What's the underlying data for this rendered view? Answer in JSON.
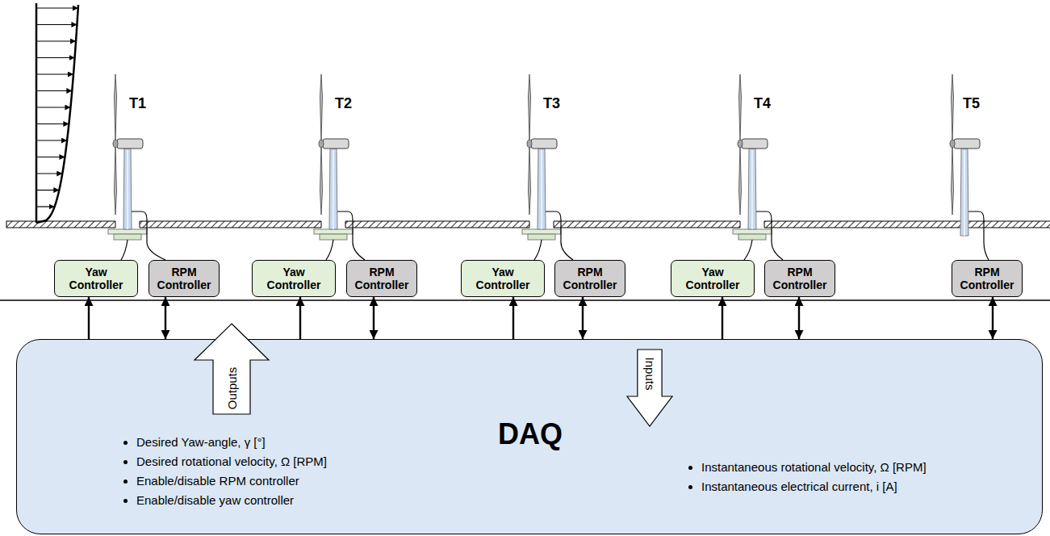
{
  "diagram": {
    "nodes": [
      {
        "text": [
          "Yaw Controller"
        ]
      },
      {
        "text": [
          "RPM Controller"
        ]
      },
      {
        "text": [
          "Yaw Controller"
        ]
      },
      {
        "text": [
          "RPM Controller"
        ]
      },
      {
        "text": [
          "Yaw Controller"
        ]
      },
      {
        "text": [
          "RPM Controller"
        ]
      },
      {
        "text": [
          "Yaw Controller"
        ]
      },
      {
        "text": [
          "RPM Controller"
        ]
      },
      {
        "text": [
          "RPM Controller"
        ]
      },
      {
        "text": [
          "DAQ",
          "Desired Yaw-angle, γ [°]",
          "Desired rotational velocity, Ω [RPM]",
          "Enable/disable RPM controller",
          "Enable/disable yaw controller",
          "Instantaneous rotational velocity, Ω [RPM]",
          "Instantaneous electrical current, i [A]"
        ]
      },
      {
        "text": [
          "Outputs"
        ],
        "in": 9
      },
      {
        "text": [
          "Inputs"
        ],
        "in": 9
      }
    ],
    "edges": [
      {
        "from": 9,
        "to": 0,
        "arrow": "to"
      },
      {
        "from": 9,
        "to": 1,
        "arrow": "both"
      },
      {
        "from": 9,
        "to": 2,
        "arrow": "to"
      },
      {
        "from": 9,
        "to": 3,
        "arrow": "both"
      },
      {
        "from": 9,
        "to": 4,
        "arrow": "to"
      },
      {
        "from": 9,
        "to": 5,
        "arrow": "both"
      },
      {
        "from": 9,
        "to": 6,
        "arrow": "to"
      },
      {
        "from": 9,
        "to": 7,
        "arrow": "both"
      },
      {
        "from": 9,
        "to": 8,
        "arrow": "both"
      }
    ],
    "labels": [
      "T1",
      "T2",
      "T3",
      "T4",
      "T5"
    ]
  }
}
